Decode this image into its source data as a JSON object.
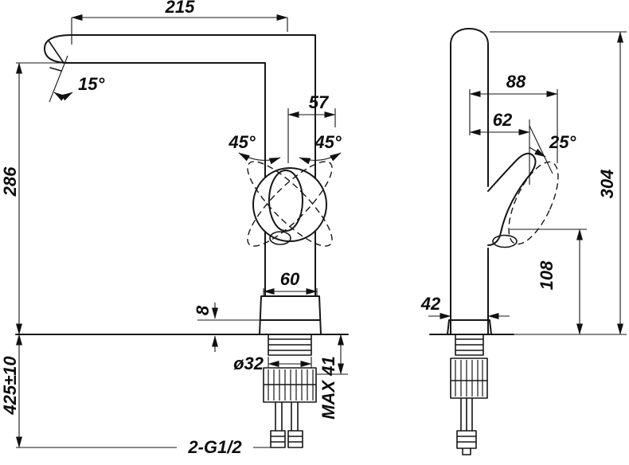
{
  "drawing": {
    "front_view": {
      "spout_reach": "215",
      "spout_angle": "15°",
      "spout_height": "286",
      "spout_offset": "57",
      "swivel_left": "45°",
      "swivel_right": "45°",
      "base_width": "60",
      "base_plate_height": "8",
      "under_counter_length": "425±10",
      "hole_diameter": "ø32",
      "max_deck_thickness": "MAX 41",
      "connection": "2-G1/2"
    },
    "side_view": {
      "handle_reach": "88",
      "handle_offset": "62",
      "handle_angle": "25°",
      "total_height": "304",
      "base_depth": "42",
      "handle_height": "108"
    }
  }
}
